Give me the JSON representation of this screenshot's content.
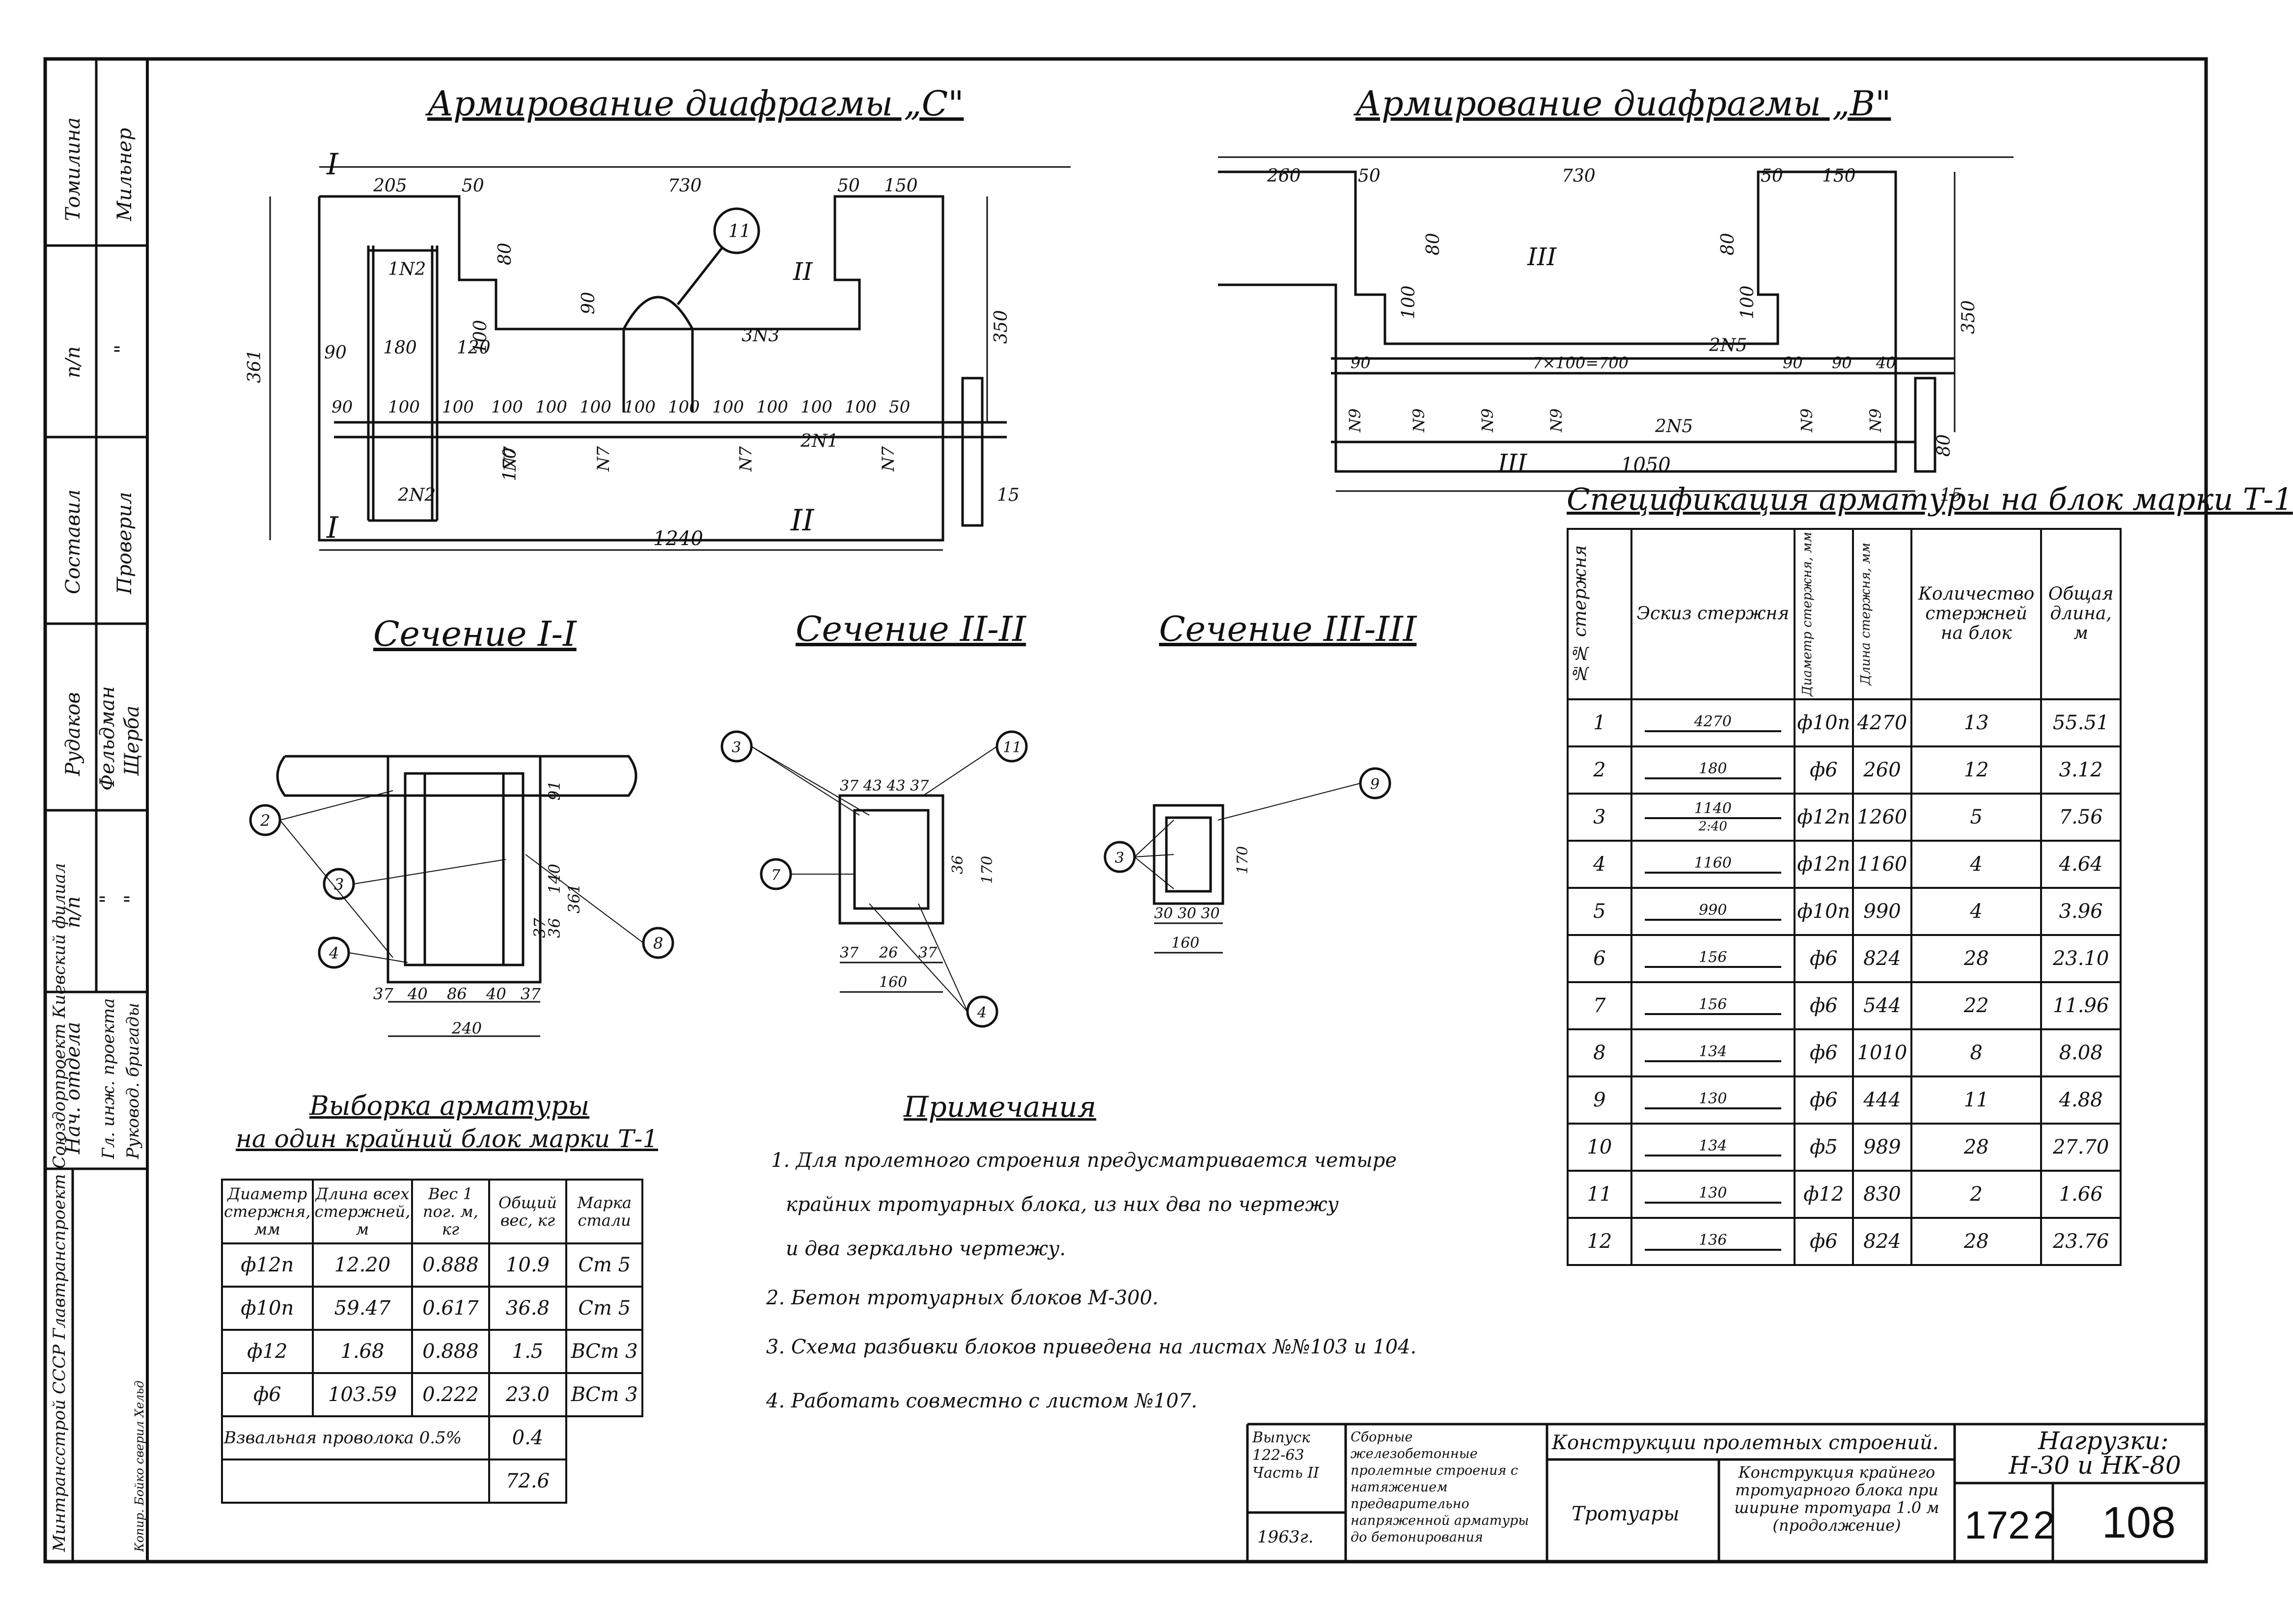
{
  "sheet": {
    "views": {
      "diaphragm_c_title": "Армирование диафрагмы „С\"",
      "diaphragm_b_title": "Армирование диафрагмы „В\"",
      "section_1_title": "Сечение I-I",
      "section_2_title": "Сечение II-II",
      "section_3_title": "Сечение III-III"
    },
    "dims_c": {
      "d1": "205",
      "d2": "50",
      "d3": "730",
      "d4": "50",
      "d5": "150",
      "h361": "361",
      "h350": "350",
      "total": "1240",
      "p1": "90",
      "p2": "100",
      "p3": "100",
      "p4": "100",
      "p5": "100",
      "p6": "100",
      "p7": "100",
      "p8": "100",
      "p9": "100",
      "p10": "100",
      "p11": "100",
      "p12": "100",
      "p13": "50",
      "i180": "180",
      "i120": "120",
      "i90": "90",
      "i80": "80",
      "i100": "100",
      "i170": "170",
      "i15": "15",
      "bar_1n2": "1N2",
      "bar_2n2": "2N2",
      "bar_2n1": "2N1",
      "bar_3n3": "3N3",
      "bar_n7": "N7",
      "callout11": "11",
      "mark_i": "I",
      "mark_ii": "II"
    },
    "dims_b": {
      "d1": "260",
      "d2": "50",
      "d3": "730",
      "d4": "50",
      "d5": "150",
      "h350": "350",
      "total": "1050",
      "h100": "100",
      "h80": "80",
      "h15": "15",
      "p1": "90",
      "pmid": "7×100=700",
      "p2": "90",
      "p3": "90",
      "p4": "40",
      "bar_2n5": "2N5",
      "bar_n9": "N9",
      "mark_iii": "III"
    },
    "sec1": {
      "w": "240",
      "b1": "37",
      "b2": "40",
      "b3": "86",
      "b4": "40",
      "b5": "37",
      "h361": "361",
      "h140": "140",
      "h91": "91",
      "h36": "36",
      "h37": "37",
      "c2": "2",
      "c3": "3",
      "c4": "4",
      "c8": "8"
    },
    "sec2": {
      "w": "160",
      "b1": "37",
      "b2": "26",
      "b3": "37",
      "t": "37 43 43 37",
      "h170": "170",
      "h36": "36",
      "c3": "3",
      "c7": "7",
      "c11": "11",
      "c4": "4"
    },
    "sec3": {
      "w": "160",
      "b": "30 30 30",
      "h170": "170",
      "c3": "3",
      "c9": "9"
    },
    "spec": {
      "title": "Спецификация арматуры на блок марки Т-1",
      "headers": [
        "№№ стержня",
        "Эскиз стержня",
        "Диаметр стержня, мм",
        "Длина стержня, мм",
        "Количество стержней на блок",
        "Общая длина, м"
      ],
      "rows": [
        {
          "n": "1",
          "sketch": "4270",
          "d": "ф10п",
          "len": "4270",
          "qty": "13",
          "tot": "55.51"
        },
        {
          "n": "2",
          "sketch": "180",
          "d": "ф6",
          "len": "260",
          "qty": "12",
          "tot": "3.12"
        },
        {
          "n": "3",
          "sketch": "1140",
          "sketch2": "2:40",
          "d": "ф12п",
          "len": "1260",
          "qty": "5",
          "tot": "7.56"
        },
        {
          "n": "4",
          "sketch": "1160",
          "d": "ф12п",
          "len": "1160",
          "qty": "4",
          "tot": "4.64"
        },
        {
          "n": "5",
          "sketch": "990",
          "d": "ф10п",
          "len": "990",
          "qty": "4",
          "tot": "3.96"
        },
        {
          "n": "6",
          "sketch": "156",
          "d": "ф6",
          "len": "824",
          "qty": "28",
          "tot": "23.10"
        },
        {
          "n": "7",
          "sketch": "156",
          "d": "ф6",
          "len": "544",
          "qty": "22",
          "tot": "11.96"
        },
        {
          "n": "8",
          "sketch": "134",
          "d": "ф6",
          "len": "1010",
          "qty": "8",
          "tot": "8.08"
        },
        {
          "n": "9",
          "sketch": "130",
          "d": "ф6",
          "len": "444",
          "qty": "11",
          "tot": "4.88"
        },
        {
          "n": "10",
          "sketch": "134",
          "d": "ф5",
          "len": "989",
          "qty": "28",
          "tot": "27.70"
        },
        {
          "n": "11",
          "sketch": "130",
          "d": "ф12",
          "len": "830",
          "qty": "2",
          "tot": "1.66"
        },
        {
          "n": "12",
          "sketch": "136",
          "d": "ф6",
          "len": "824",
          "qty": "28",
          "tot": "23.76"
        }
      ]
    },
    "selection": {
      "title_line1": "Выборка арматуры",
      "title_line2": "на один крайний блок марки Т-1",
      "headers": [
        "Диаметр стержня, мм",
        "Длина всех стержней, м",
        "Вес 1 пог. м, кг",
        "Общий вес, кг",
        "Марка стали"
      ],
      "rows": [
        {
          "d": "ф12п",
          "len": "12.20",
          "w": "0.888",
          "tot": "10.9",
          "st": "Ст 5"
        },
        {
          "d": "ф10п",
          "len": "59.47",
          "w": "0.617",
          "tot": "36.8",
          "st": "Ст 5"
        },
        {
          "d": "ф12",
          "len": "1.68",
          "w": "0.888",
          "tot": "1.5",
          "st": "ВСт 3"
        },
        {
          "d": "ф6",
          "len": "103.59",
          "w": "0.222",
          "tot": "23.0",
          "st": "ВСт 3"
        }
      ],
      "weld_label": "Взвальная проволока 0.5%",
      "weld_value": "0.4",
      "total": "72.6"
    },
    "notes": {
      "title": "Примечания",
      "lines": [
        "1. Для пролетного строения предусматривается четыре",
        "крайних тротуарных блока, из них два по чертежу",
        "и два зеркально чертежу.",
        "2. Бетон тротуарных блоков М-300.",
        "3. Схема разбивки блоков приведена на листах №№103 и 104.",
        "4. Работать совместно с листом №107."
      ]
    },
    "titleblock": {
      "issue": "Выпуск 122-63 Часть II",
      "year": "1963г.",
      "series": "Сборные железобетонные пролетные строения с натяжением предварительно напряженной арматуры до бетонирования",
      "header": "Конструкции пролетных строений.",
      "section": "Тротуары",
      "desc": "Конструкция крайнего тротуарного блока при ширине тротуара 1.0 м (продолжение)",
      "load_line1": "Нагрузки:",
      "load_line2": "Н-30 и НК-80",
      "code1": "172",
      "code2": "2",
      "sheet_no": "108"
    },
    "sidebar": {
      "org": "Минтрансстрой СССР Главтранспроект Союздорпроект Киевский филиал",
      "chief_eng": "Нач. отдела",
      "chief_project": "Гл. инж. проекта",
      "brigade": "Руковод. бригады",
      "compiled": "Составил",
      "checked": "Проверил",
      "name_rudakov": "Рудаков",
      "name_feldman": "Фельдман",
      "name_shcherba": "Щерба",
      "name_tomilina": "Томилина",
      "name_milner": "Мильнер",
      "sign_pp": "п/п",
      "ditto": "\"",
      "copy_note": "Копир. Бойко сверил Хельд"
    }
  }
}
